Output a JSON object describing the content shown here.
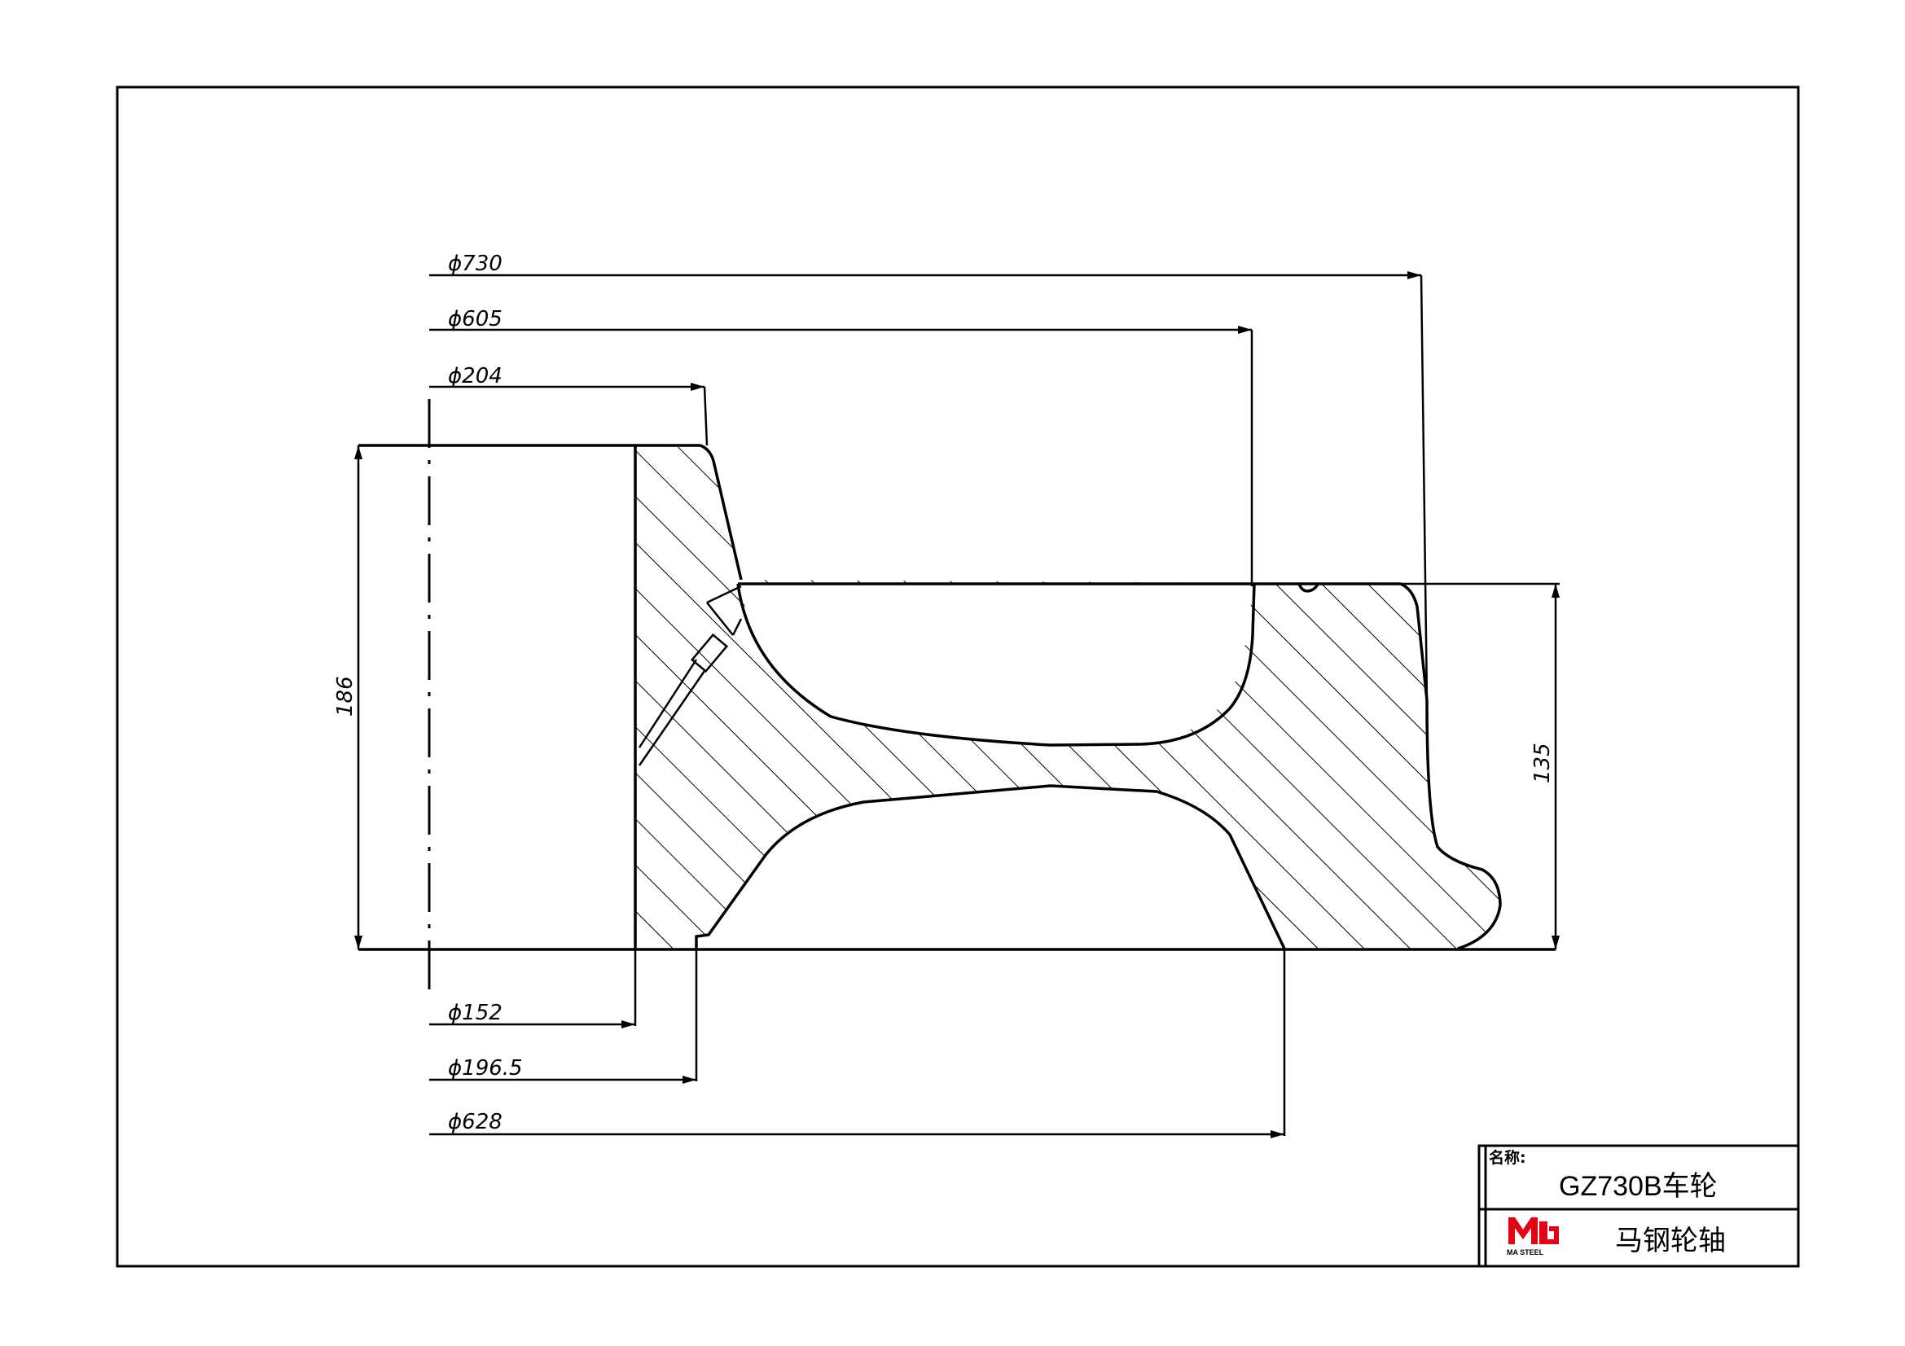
{
  "dimensions": {
    "d_730": "ϕ730",
    "d_605": "ϕ605",
    "d_204": "ϕ204",
    "d_152": "ϕ152",
    "d_196_5": "ϕ196.5",
    "d_628": "ϕ628",
    "height_186": "186",
    "height_135": "135"
  },
  "title_block": {
    "name_label": "名称:",
    "part_name": "GZ730B车轮",
    "company": "马钢轮轴",
    "logo_text": "MA STEEL"
  },
  "colors": {
    "line": "#000000",
    "logo_red": "#e60012",
    "background": "#ffffff"
  }
}
